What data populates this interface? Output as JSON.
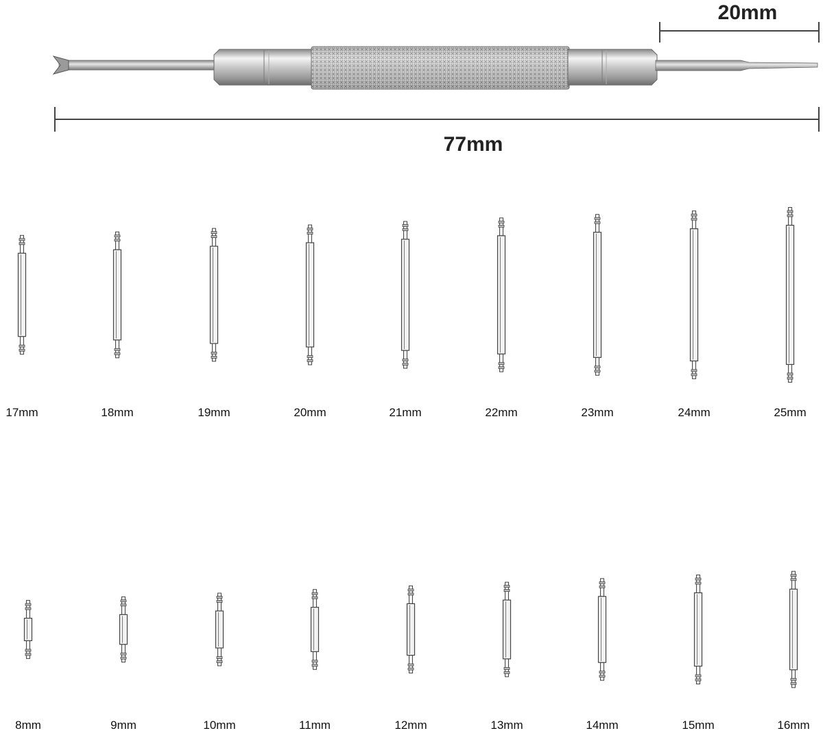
{
  "colors": {
    "background": "#ffffff",
    "ink": "#222222",
    "metal_light": "#f2f2f2",
    "metal_mid": "#bdbdbd",
    "metal_dark": "#7a7a7a",
    "pin_outline": "#444444"
  },
  "tool": {
    "tip_dimension_label": "20mm",
    "total_dimension_label": "77mm"
  },
  "spring_bars": {
    "top_row": [
      {
        "label": "17mm",
        "length_mm": 17
      },
      {
        "label": "18mm",
        "length_mm": 18
      },
      {
        "label": "19mm",
        "length_mm": 19
      },
      {
        "label": "20mm",
        "length_mm": 20
      },
      {
        "label": "21mm",
        "length_mm": 21
      },
      {
        "label": "22mm",
        "length_mm": 22
      },
      {
        "label": "23mm",
        "length_mm": 23
      },
      {
        "label": "24mm",
        "length_mm": 24
      },
      {
        "label": "25mm",
        "length_mm": 25
      }
    ],
    "bottom_row": [
      {
        "label": "8mm",
        "length_mm": 8
      },
      {
        "label": "9mm",
        "length_mm": 9
      },
      {
        "label": "10mm",
        "length_mm": 10
      },
      {
        "label": "11mm",
        "length_mm": 11
      },
      {
        "label": "12mm",
        "length_mm": 12
      },
      {
        "label": "13mm",
        "length_mm": 13
      },
      {
        "label": "14mm",
        "length_mm": 14
      },
      {
        "label": "15mm",
        "length_mm": 15
      },
      {
        "label": "16mm",
        "length_mm": 16
      }
    ]
  }
}
